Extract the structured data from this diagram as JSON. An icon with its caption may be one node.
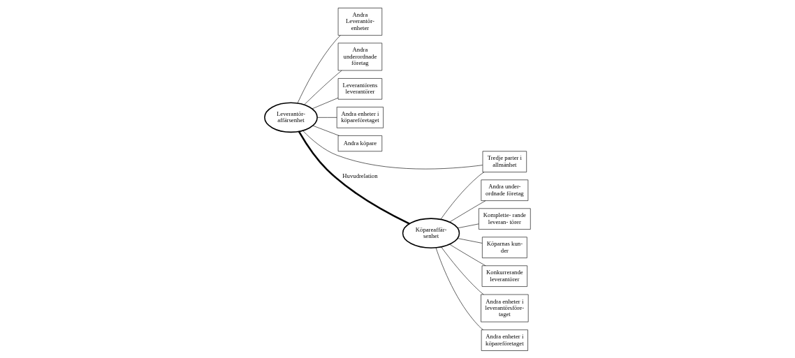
{
  "diagram": {
    "nodes": [
      {
        "text": [
          "Andra Leverantör- enheter"
        ]
      },
      {
        "text": [
          "Andra underordnade företag"
        ]
      },
      {
        "text": [
          "Leverantörens leverantörer"
        ]
      },
      {
        "text": [
          "Leverantör- affärsenhet"
        ]
      },
      {
        "text": [
          "Andra enheter i köpareföretaget"
        ]
      },
      {
        "text": [
          "Andra köpare"
        ]
      },
      {
        "text": [
          "Tredje parter i allmänhet"
        ]
      },
      {
        "text": [
          "Andra under- ordnade företag"
        ]
      },
      {
        "text": [
          "Komplette- rande leveran- törer"
        ]
      },
      {
        "text": [
          "Köpareaffär- senhet"
        ]
      },
      {
        "text": [
          "Köparnas kun- der"
        ]
      },
      {
        "text": [
          "Konkurrerande leverantörer"
        ]
      },
      {
        "text": [
          "Andra enheter i leverantörsföre- taget"
        ]
      },
      {
        "text": [
          "Andra enheter i köpareföretaget"
        ]
      }
    ],
    "edges": [
      {
        "from": 3,
        "to": 0,
        "arrow": "none"
      },
      {
        "from": 3,
        "to": 1,
        "arrow": "none"
      },
      {
        "from": 3,
        "to": 2,
        "arrow": "none"
      },
      {
        "from": 3,
        "to": 4,
        "arrow": "none"
      },
      {
        "from": 3,
        "to": 5,
        "arrow": "none"
      },
      {
        "from": 3,
        "to": 6,
        "arrow": "none"
      },
      {
        "from": 3,
        "to": 9,
        "arrow": "none",
        "style": "thick",
        "label": "Huvudrelation"
      },
      {
        "from": 9,
        "to": 6,
        "arrow": "none"
      },
      {
        "from": 9,
        "to": 7,
        "arrow": "none"
      },
      {
        "from": 9,
        "to": 8,
        "arrow": "none"
      },
      {
        "from": 9,
        "to": 10,
        "arrow": "none"
      },
      {
        "from": 9,
        "to": 13,
        "arrow": "none"
      },
      {
        "from": 9,
        "to": 12,
        "arrow": "none"
      },
      {
        "from": 9,
        "to": 11,
        "arrow": "none"
      }
    ]
  }
}
